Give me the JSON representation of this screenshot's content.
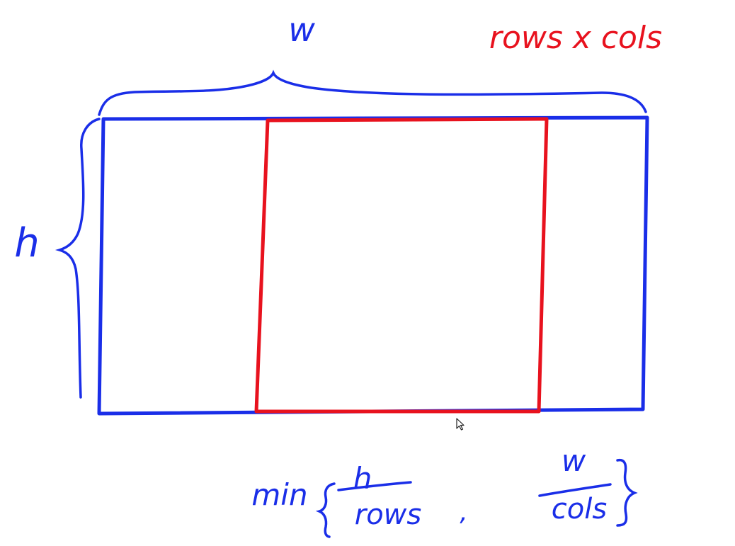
{
  "colors": {
    "outer": "#1a2ee8",
    "inner": "#e8121e",
    "background": "#ffffff"
  },
  "labels": {
    "width": "w",
    "height": "h",
    "grid": "rows x cols"
  },
  "formula": {
    "function": "min",
    "left_numerator": "h",
    "left_denominator": "rows",
    "separator": ",",
    "right_numerator": "w",
    "right_denominator": "cols"
  },
  "icons": {
    "pointer": "mouse-cursor-icon"
  }
}
